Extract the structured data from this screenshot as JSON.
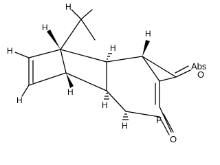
{
  "molecule": {
    "atoms": {
      "h_bridge": "H",
      "h_left_top": "H",
      "h_left_mid": "H",
      "h_left_bot": "H",
      "h_center_top": "H",
      "h_right_top": "H",
      "h_center_bot": "H",
      "h_bottom": "H",
      "o_upper": "O",
      "o_lower": "O",
      "abs_label": "Abs",
      "f_label": "F"
    }
  }
}
